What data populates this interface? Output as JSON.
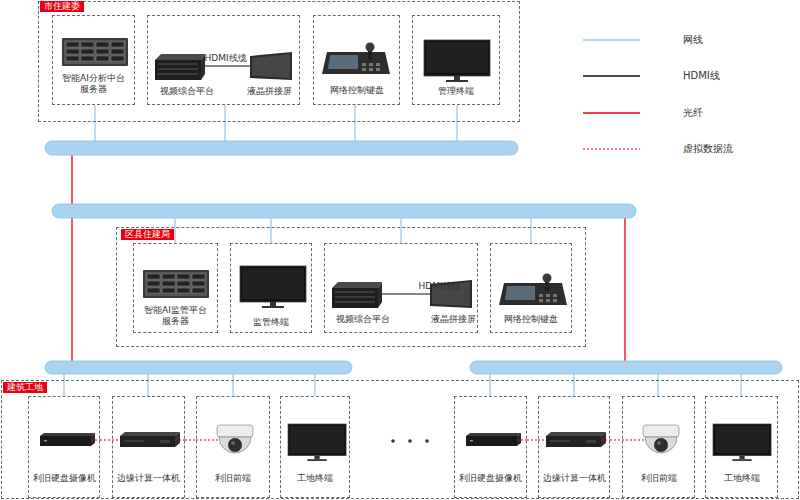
{
  "diagram": {
    "nodes": [
      {
        "text": [
          "市住建委"
        ]
      },
      {
        "text": [
          "智能AI分析中台 服务器"
        ],
        "in": 0
      },
      {
        "text": [
          "HDMI线缆",
          "视频综合平台",
          "液晶拼接屏"
        ],
        "in": 0
      },
      {
        "text": [
          "网络控制键盘"
        ],
        "in": 0
      },
      {
        "text": [
          "管理终端"
        ],
        "in": 0
      },
      {
        "text": [
          "区县住建局"
        ]
      },
      {
        "text": [
          "智能AI监管平台 服务器"
        ],
        "in": 5
      },
      {
        "text": [
          "监管终端"
        ],
        "in": 5
      },
      {
        "text": [
          "HDMI线缆",
          "视频综合平台",
          "液晶拼接屏"
        ],
        "in": 5
      },
      {
        "text": [
          "网络控制键盘"
        ],
        "in": 5
      },
      {
        "text": [
          "建筑工地"
        ]
      },
      {
        "text": [
          "利旧硬盘摄像机"
        ],
        "in": 10
      },
      {
        "text": [
          "边缘计算一体机"
        ],
        "in": 10
      },
      {
        "text": [
          "利旧前端"
        ],
        "in": 10
      },
      {
        "text": [
          "工地终端"
        ],
        "in": 10
      },
      {
        "text": [
          "利旧硬盘摄像机"
        ],
        "in": 10
      },
      {
        "text": [
          "边缘计算一体机"
        ],
        "in": 10
      },
      {
        "text": [
          "利旧前端"
        ],
        "in": 10
      },
      {
        "text": [
          "工地终端"
        ],
        "in": 10
      }
    ],
    "edges": [
      {
        "from": 11,
        "to": 12,
        "arrow": "none"
      },
      {
        "from": 12,
        "to": 13,
        "arrow": "none"
      },
      {
        "from": 15,
        "to": 16,
        "arrow": "none"
      },
      {
        "from": 16,
        "to": 17,
        "arrow": "none"
      }
    ],
    "legend": [
      {
        "text": "网线"
      },
      {
        "text": "HDMI线"
      },
      {
        "text": "光纤"
      },
      {
        "text": "虚拟数据流"
      }
    ]
  }
}
